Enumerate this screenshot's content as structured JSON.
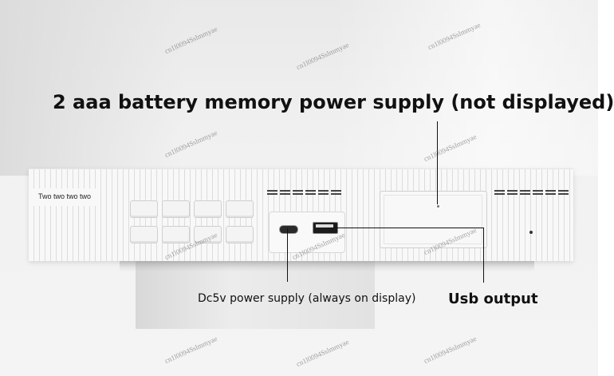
{
  "annotations": {
    "battery": "2 aaa battery memory power supply (not displayed)",
    "dc": "Dc5v power supply (always on display)",
    "usb": "Usb output"
  },
  "device": {
    "side_label": "Two two two two"
  },
  "watermark": {
    "text": "cn1l0094Sslmmyae"
  }
}
